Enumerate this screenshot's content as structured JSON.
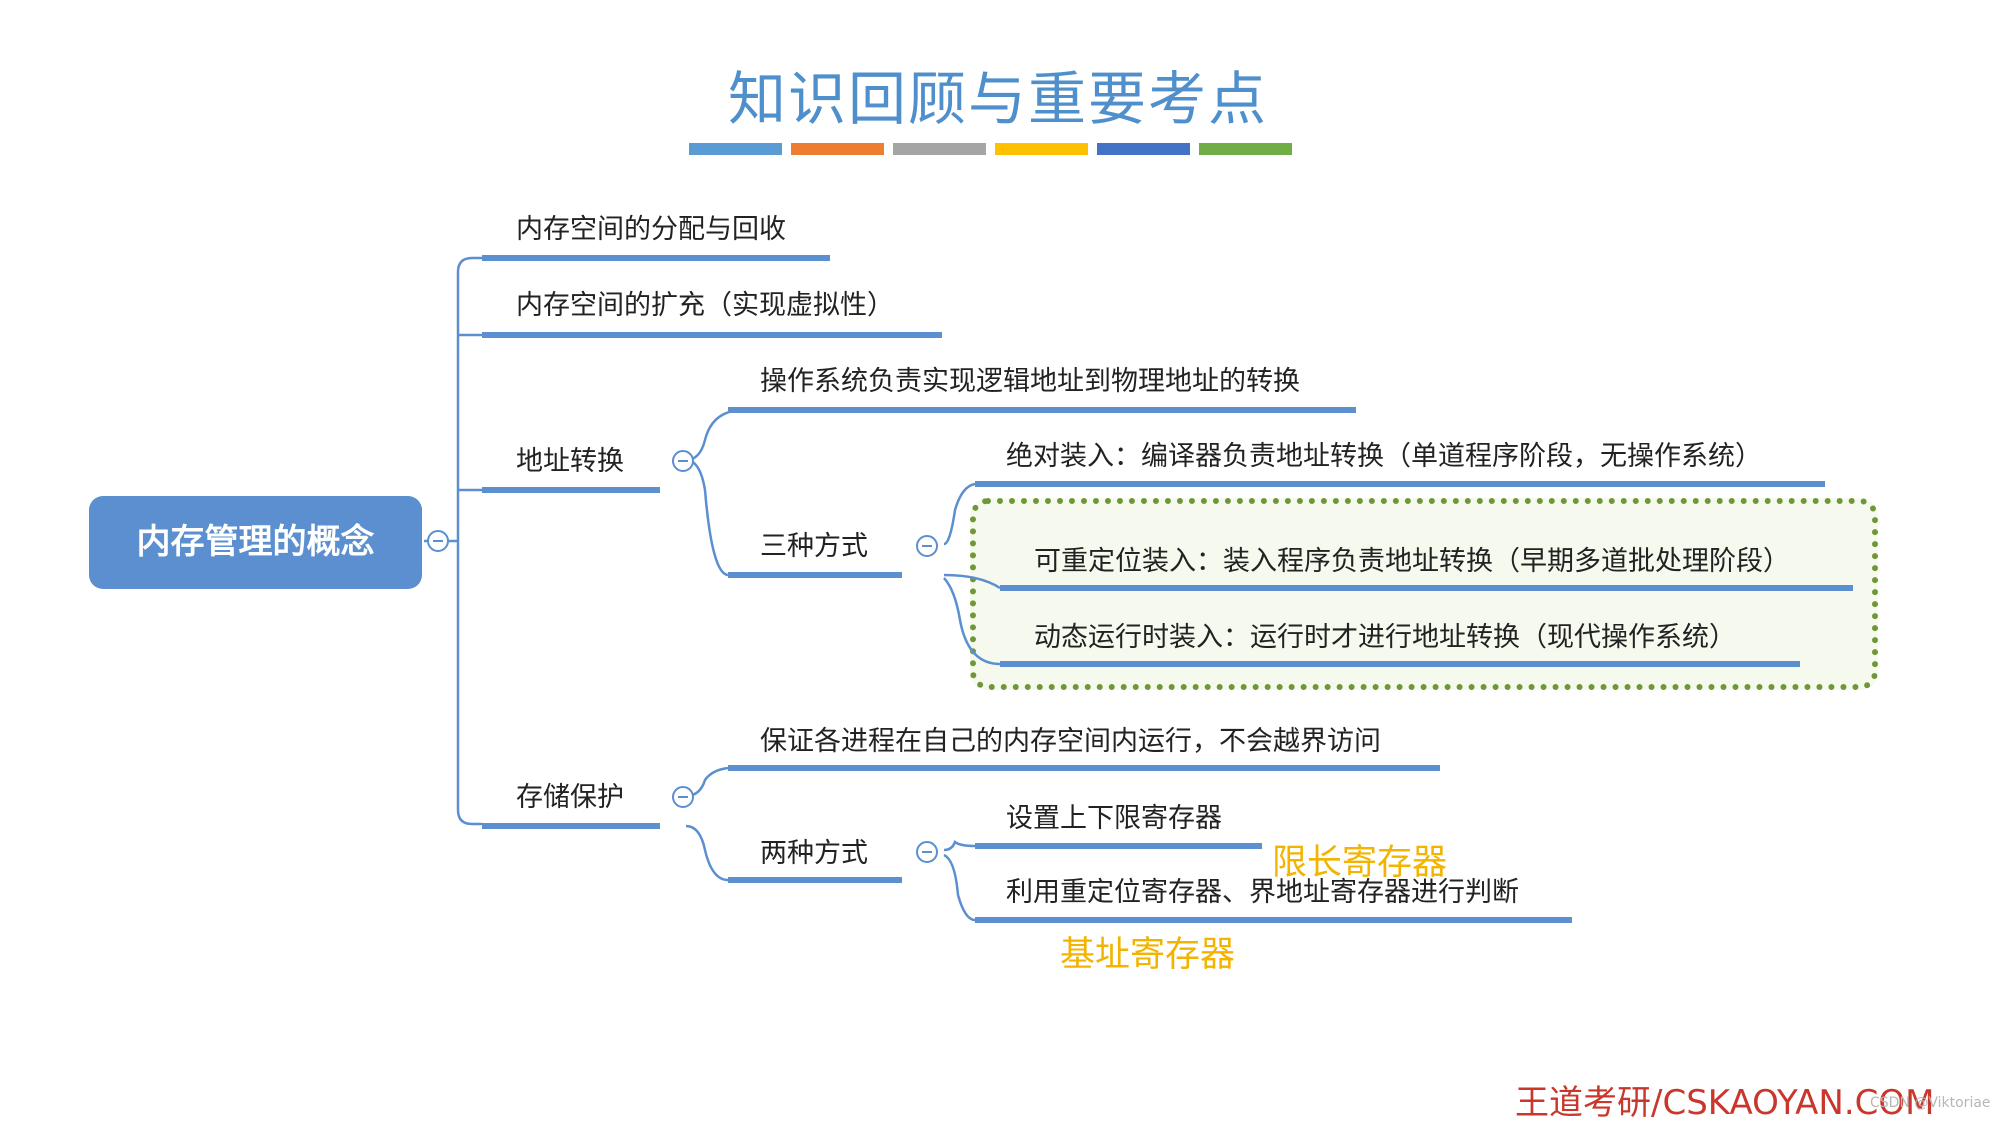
{
  "title": "知识回顾与重要考点",
  "title_bar_colors": [
    "#5b9bd5",
    "#ed7d31",
    "#a5a5a5",
    "#ffc000",
    "#4472c4",
    "#70ad47"
  ],
  "colors": {
    "branch": "#5b8fd0",
    "root_fill": "#5b8fd0",
    "highlight_border": "#6f9736",
    "note": "#f2b400"
  },
  "root": {
    "label": "内存管理的概念"
  },
  "branches": {
    "alloc": "内存空间的分配与回收",
    "expand": "内存空间的扩充（实现虚拟性）",
    "addr": {
      "label": "地址转换",
      "os": "操作系统负责实现逻辑地址到物理地址的转换",
      "three": {
        "label": "三种方式",
        "absolute": "绝对装入：编译器负责地址转换（单道程序阶段，无操作系统）",
        "relocatable": "可重定位装入：装入程序负责地址转换（早期多道批处理阶段）",
        "dynamic": "动态运行时装入：运行时才进行地址转换（现代操作系统）"
      }
    },
    "protect": {
      "label": "存储保护",
      "guarantee": "保证各进程在自己的内存空间内运行，不会越界访问",
      "two": {
        "label": "两种方式",
        "limits": "设置上下限寄存器",
        "relocation": "利用重定位寄存器、界地址寄存器进行判断"
      }
    }
  },
  "notes": {
    "limit_register": "限长寄存器",
    "base_register": "基址寄存器"
  },
  "watermark": "王道考研/CSKAOYAN.COM",
  "csdn": "CSDN @Viktoriae"
}
